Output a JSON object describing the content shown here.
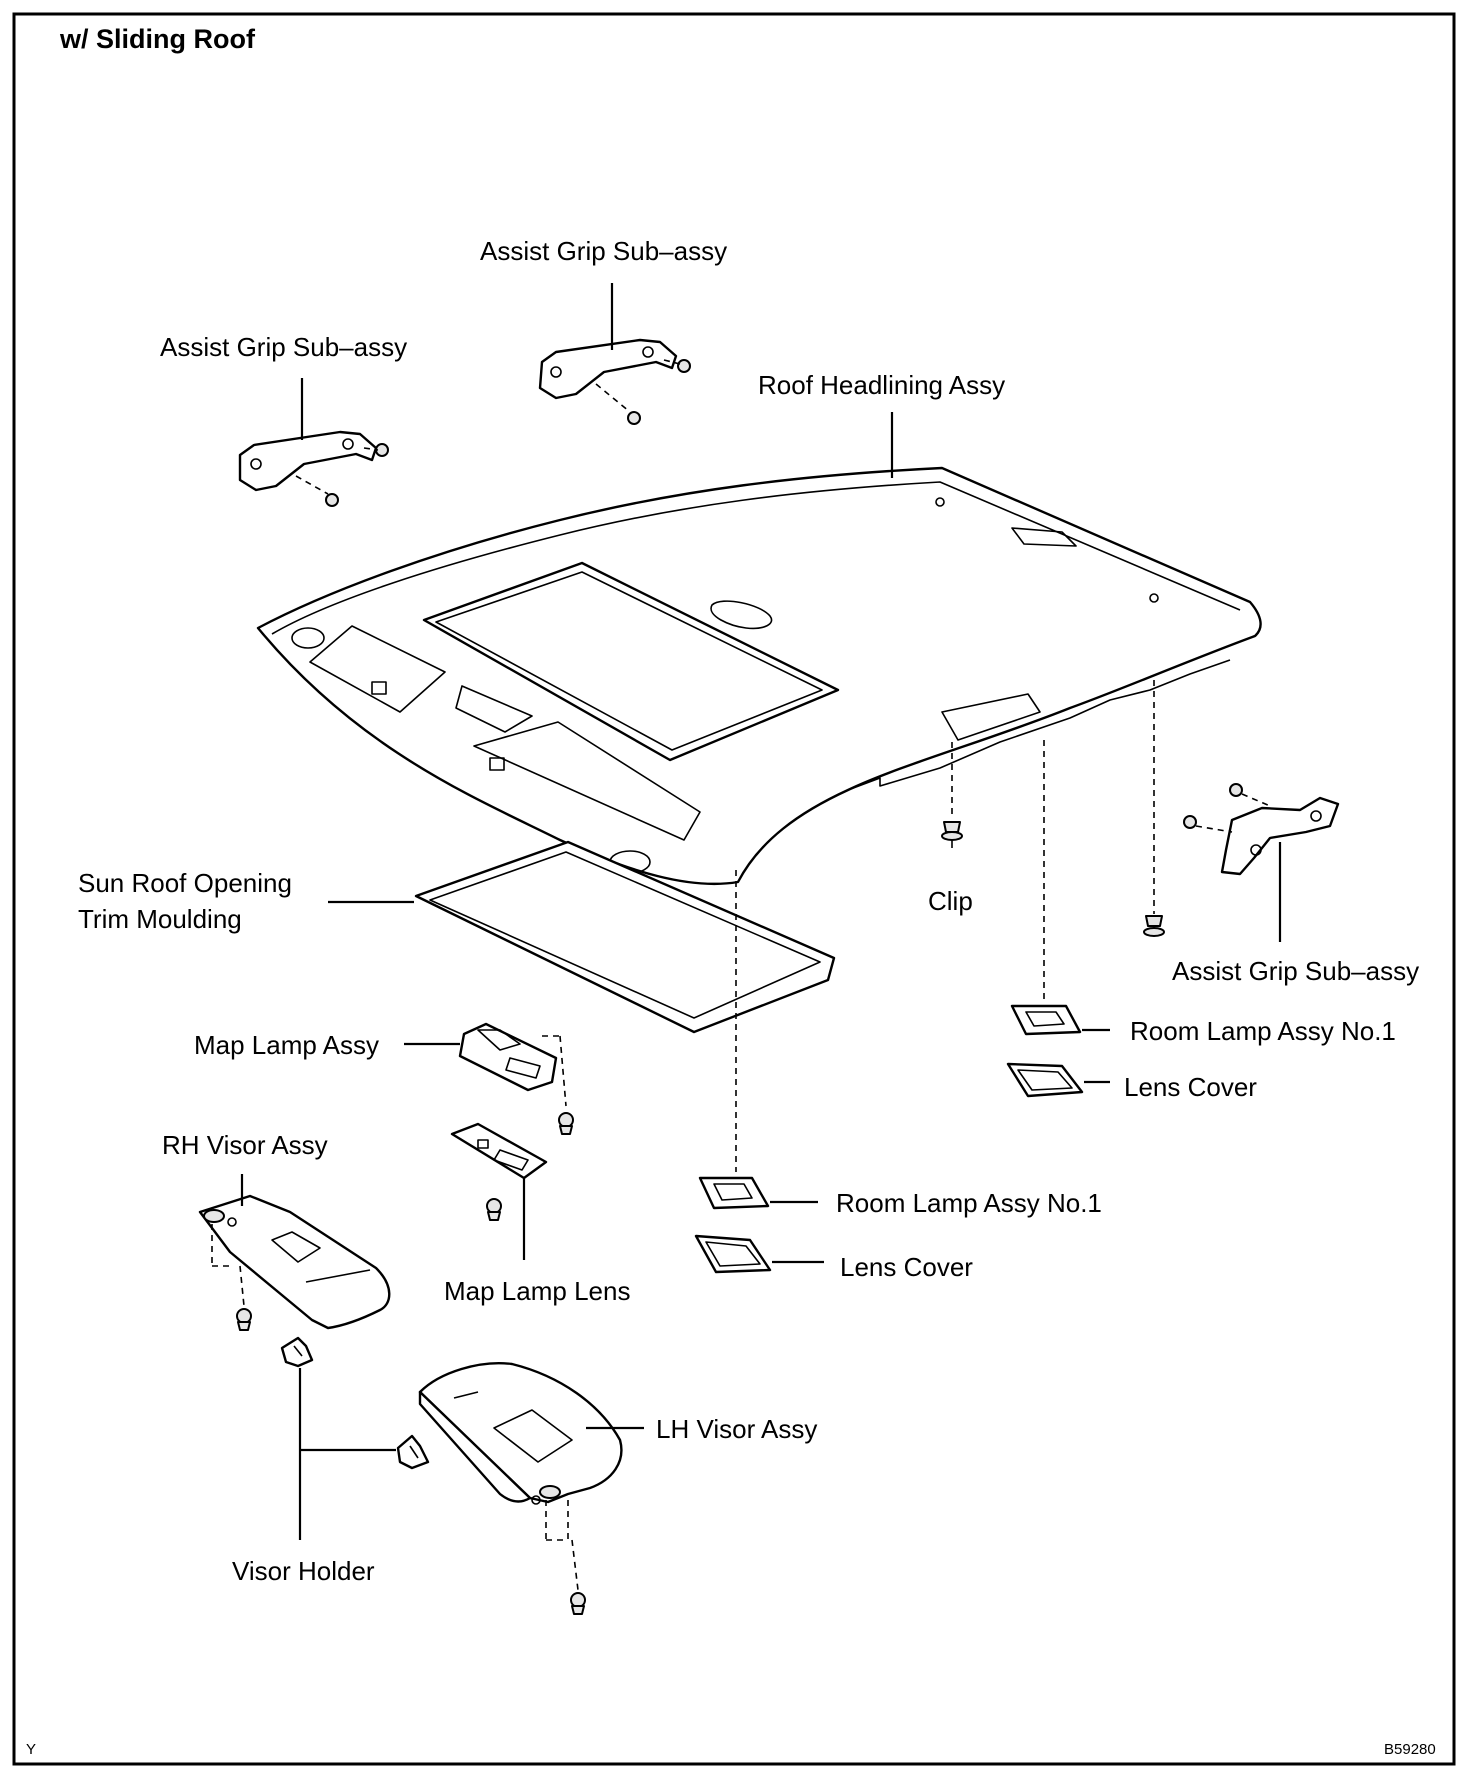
{
  "title": "w/ Sliding Roof",
  "labels": {
    "assist_grip_top": "Assist Grip Sub–assy",
    "assist_grip_left": "Assist Grip Sub–assy",
    "assist_grip_right": "Assist Grip Sub–assy",
    "roof_headlining": "Roof Headlining Assy",
    "sun_roof_line1": "Sun Roof Opening",
    "sun_roof_line2": "Trim Moulding",
    "clip": "Clip",
    "map_lamp_assy": "Map Lamp Assy",
    "map_lamp_lens": "Map Lamp Lens",
    "room_lamp_right": "Room Lamp Assy No.1",
    "lens_cover_right": "Lens Cover",
    "room_lamp_center": "Room Lamp Assy No.1",
    "lens_cover_center": "Lens Cover",
    "rh_visor": "RH Visor Assy",
    "lh_visor": "LH Visor Assy",
    "visor_holder": "Visor Holder"
  },
  "footer": {
    "left_code": "Y",
    "right_code": "B59280"
  }
}
